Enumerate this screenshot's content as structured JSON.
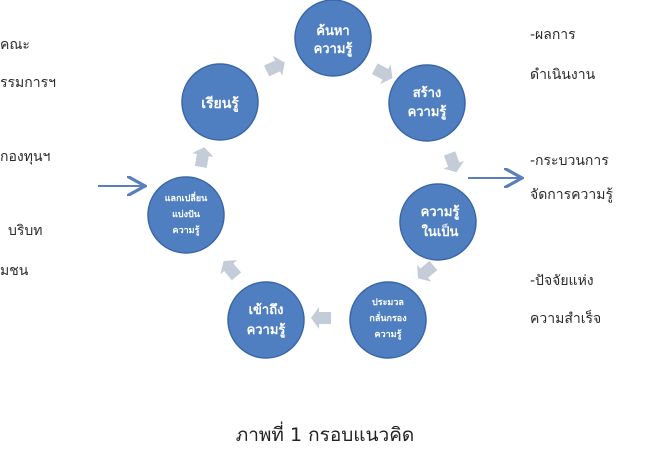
{
  "left_labels": [
    "คณะ",
    "รรมการฯ",
    "กองทุนฯ",
    "บริบท",
    "มชน"
  ],
  "right_labels": [
    "-ผลการ",
    "ดำเนินงาน",
    "-กระบวนการ",
    "จัดการความรู้",
    "-ปัจจัยแห่ง",
    "ความสำเร็จ"
  ],
  "cycle_nodes": [
    {
      "id": "search",
      "lines": [
        "ค้นหา",
        "ความรู้"
      ]
    },
    {
      "id": "create",
      "lines": [
        "สร้าง",
        "ความรู้"
      ]
    },
    {
      "id": "organize",
      "lines": [
        "ความรู้",
        "ในเป็น"
      ]
    },
    {
      "id": "codify",
      "lines": [
        "ประมวล",
        "กลั่นกรอง",
        "ความรู้"
      ]
    },
    {
      "id": "access",
      "lines": [
        "เข้าถึง",
        "ความรู้"
      ]
    },
    {
      "id": "share",
      "lines": [
        "แลกเปลี่ยน",
        "แบ่งปัน",
        "ความรู้"
      ]
    },
    {
      "id": "learn",
      "lines": [
        "เรียนรู้"
      ]
    }
  ],
  "caption": "ภาพที่ 1 กรอบแนวคิด",
  "colors": {
    "node_fill": "#4f7fc0",
    "node_stroke": "#3a66a8",
    "node_text": "#ffffff",
    "arrow": "#c4ccd8",
    "flow_arrow": "#5a7fbf"
  }
}
